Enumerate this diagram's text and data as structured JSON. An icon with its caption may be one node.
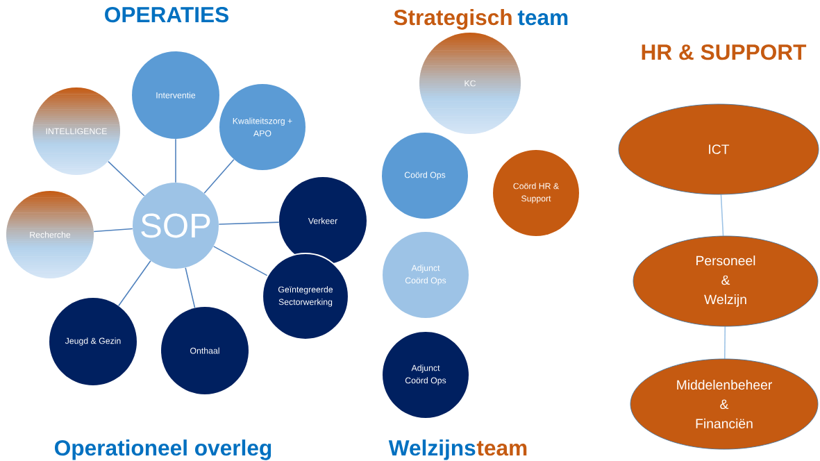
{
  "diagram": {
    "nodes": [
      {
        "text": [
          "SOP"
        ]
      },
      {
        "text": [
          "Interventie"
        ]
      },
      {
        "text": [
          "Kwaliteitszorg + APO"
        ]
      },
      {
        "text": [
          "Verkeer"
        ]
      },
      {
        "text": [
          "Geïntegreerde Sectorwerking"
        ]
      },
      {
        "text": [
          "Onthaal"
        ]
      },
      {
        "text": [
          "Jeugd & Gezin"
        ]
      },
      {
        "text": [
          "Recherche"
        ]
      },
      {
        "text": [
          "INTELLIGENCE"
        ]
      },
      {
        "text": [
          "KC"
        ]
      },
      {
        "text": [
          "Coörd Ops"
        ]
      },
      {
        "text": [
          "Coörd HR & Support"
        ]
      },
      {
        "text": [
          "Adjunct Coörd Ops"
        ]
      },
      {
        "text": [
          "Adjunct Coörd Ops"
        ]
      },
      {
        "text": [
          "ICT"
        ]
      },
      {
        "text": [
          "Personeel & Welzijn"
        ]
      },
      {
        "text": [
          "Middelenbeheer & Financiën"
        ]
      }
    ],
    "edges": [
      {
        "from": 0,
        "to": 1,
        "arrow": "none"
      },
      {
        "from": 0,
        "to": 2,
        "arrow": "none"
      },
      {
        "from": 0,
        "to": 3,
        "arrow": "none"
      },
      {
        "from": 0,
        "to": 4,
        "arrow": "none"
      },
      {
        "from": 0,
        "to": 5,
        "arrow": "none"
      },
      {
        "from": 0,
        "to": 6,
        "arrow": "none"
      },
      {
        "from": 0,
        "to": 7,
        "arrow": "none"
      },
      {
        "from": 0,
        "to": 8,
        "arrow": "none"
      },
      {
        "from": 14,
        "to": 15,
        "arrow": "none",
        "color": "#9dc3e6"
      },
      {
        "from": 15,
        "to": 16,
        "arrow": "none",
        "color": "#9dc3e6"
      }
    ],
    "labels": [
      "OPERATIES",
      "Strategisch",
      "team",
      "HR & SUPPORT",
      "Operationeel overleg",
      "Welzijns",
      "team"
    ]
  }
}
